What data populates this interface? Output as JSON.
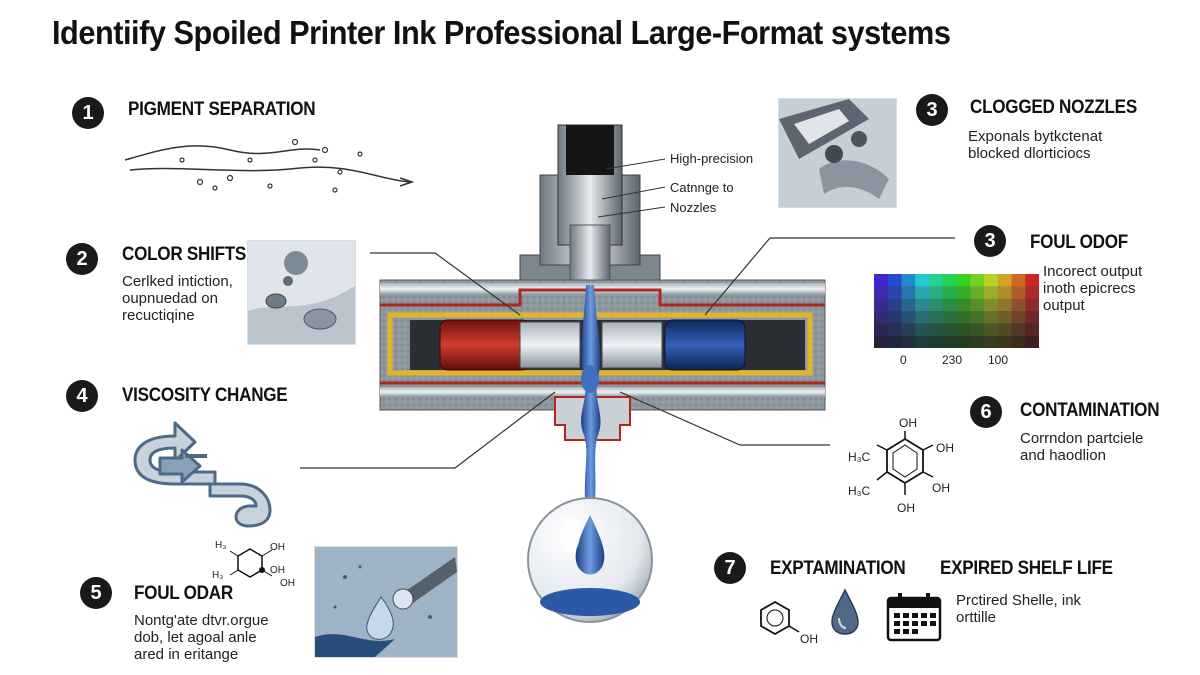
{
  "title": "Identiify  Spoiled Printer Ink Professional Large-Format systems",
  "sections": [
    {
      "number": "1",
      "heading": "PIGMENT SEPARATION",
      "description": ""
    },
    {
      "number": "2",
      "heading": "COLOR SHIFTS",
      "description": "Cerlked intiction,\noupnuedad on\nrecuctiqine"
    },
    {
      "number": "3",
      "heading": "CLOGGED NOZZLES",
      "description": "Exponals bytkctenat\nblocked dlorticiocs"
    },
    {
      "number": "3",
      "heading": "FOUL ODOF",
      "description": "Incorect output\ninoth epicrecs\noutput"
    },
    {
      "number": "4",
      "heading": "VISCOSITY CHANGE",
      "description": ""
    },
    {
      "number": "5",
      "heading": "FOUL ODAR",
      "description": "Nontg'ate dtvr.orgue\ndob, let agoal anle\nared in eritange"
    },
    {
      "number": "6",
      "heading": "CONTAMINATION",
      "description": "Corrndon partciele\nand haodlion"
    },
    {
      "number": "7",
      "heading": "EXPTAMINATION",
      "description": ""
    },
    {
      "number": "",
      "heading": "EXPIRED SHELF LIFE",
      "description": "Prctired Shelle, ink\norttille"
    }
  ],
  "cartridge_labels": [
    "High-precision",
    "Catnnge to",
    "Nozzles"
  ],
  "color_scale_ticks": [
    "0",
    "230",
    "100"
  ],
  "molecule_labels": {
    "contamination": [
      "OH",
      "OH",
      "OH",
      "OH",
      "H₃C",
      "H₃C"
    ],
    "viscosity": [
      "H₃",
      "OH",
      "OH",
      "H₃",
      "OH"
    ],
    "expired": [
      "OH"
    ]
  },
  "colors": {
    "icon_blue": "#4f6a86",
    "ink_blue": "#2f5da8",
    "cartridge_red": "#b3261e",
    "housing_yellow": "#e3b425",
    "badge": "#1a1a1a"
  }
}
